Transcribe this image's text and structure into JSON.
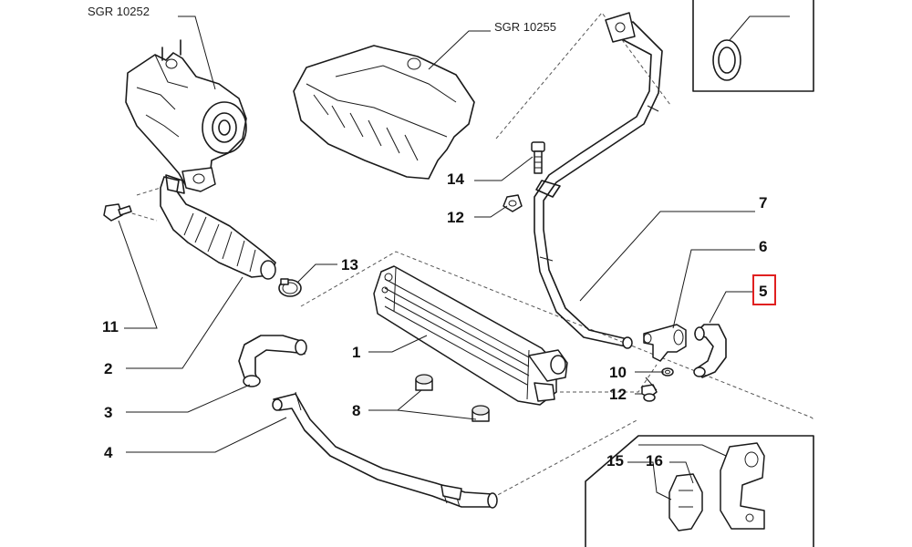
{
  "references": {
    "turbo": "SGR 10252",
    "manifold": "SGR 10255"
  },
  "callouts": {
    "p1": "1",
    "p2": "2",
    "p3": "3",
    "p4": "4",
    "p5": "5",
    "p6": "6",
    "p7": "7",
    "p8": "8",
    "p10": "10",
    "p11": "11",
    "p12a": "12",
    "p12b": "12",
    "p13": "13",
    "p14": "14",
    "p15": "15",
    "p16": "16"
  },
  "highlighted_part": "5",
  "colors": {
    "line": "#1a1a1a",
    "highlight": "#e02020",
    "background": "#ffffff"
  }
}
